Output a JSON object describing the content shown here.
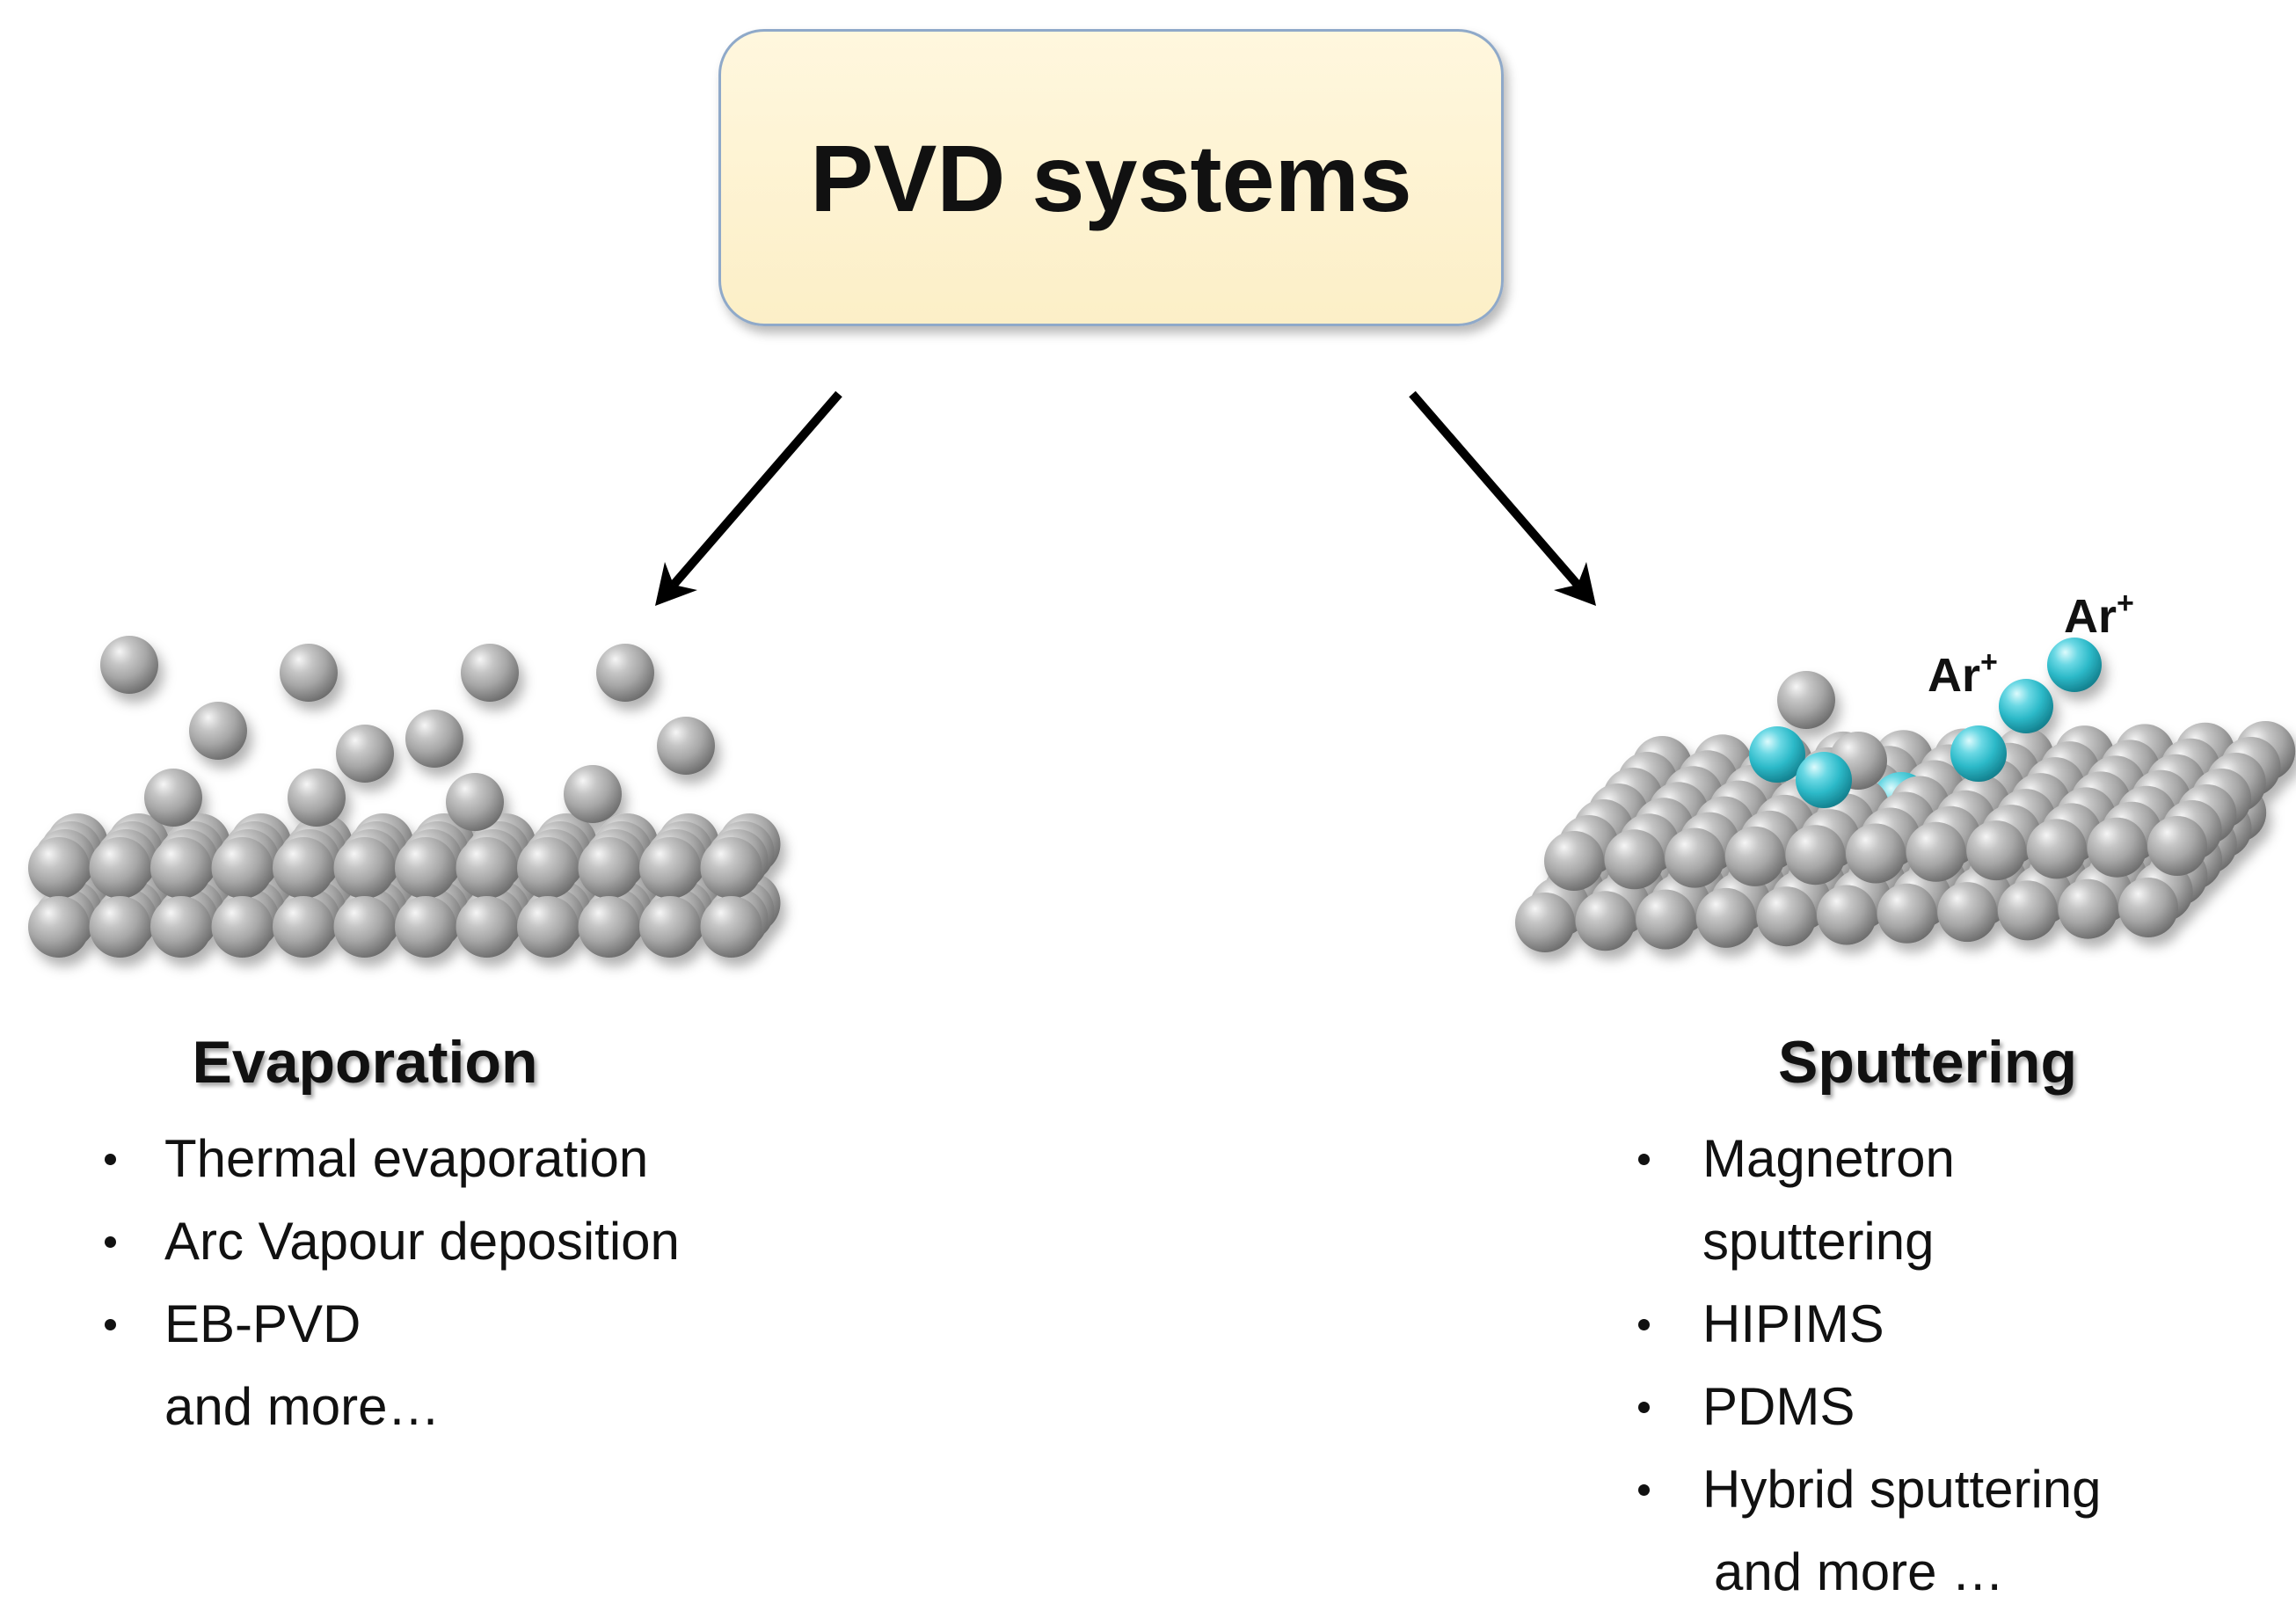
{
  "title": "PVD systems",
  "colors": {
    "box_fill": "#FCEFC7",
    "box_border": "#8FA9C9",
    "atom": "#A6A6A6",
    "ion": "#2DBAC9"
  },
  "evaporation": {
    "heading": "Evaporation",
    "items": [
      "Thermal evaporation",
      "Arc Vapour deposition",
      "EB-PVD"
    ],
    "more": "and more…"
  },
  "sputtering": {
    "heading": "Sputtering",
    "items": [
      {
        "lines": [
          "Magnetron",
          "sputtering"
        ]
      },
      {
        "lines": [
          "HIPIMS"
        ]
      },
      {
        "lines": [
          "PDMS"
        ]
      },
      {
        "lines": [
          "Hybrid sputtering"
        ]
      }
    ],
    "more": "and more …",
    "ion_label": {
      "symbol": "Ar",
      "charge": "+"
    }
  }
}
